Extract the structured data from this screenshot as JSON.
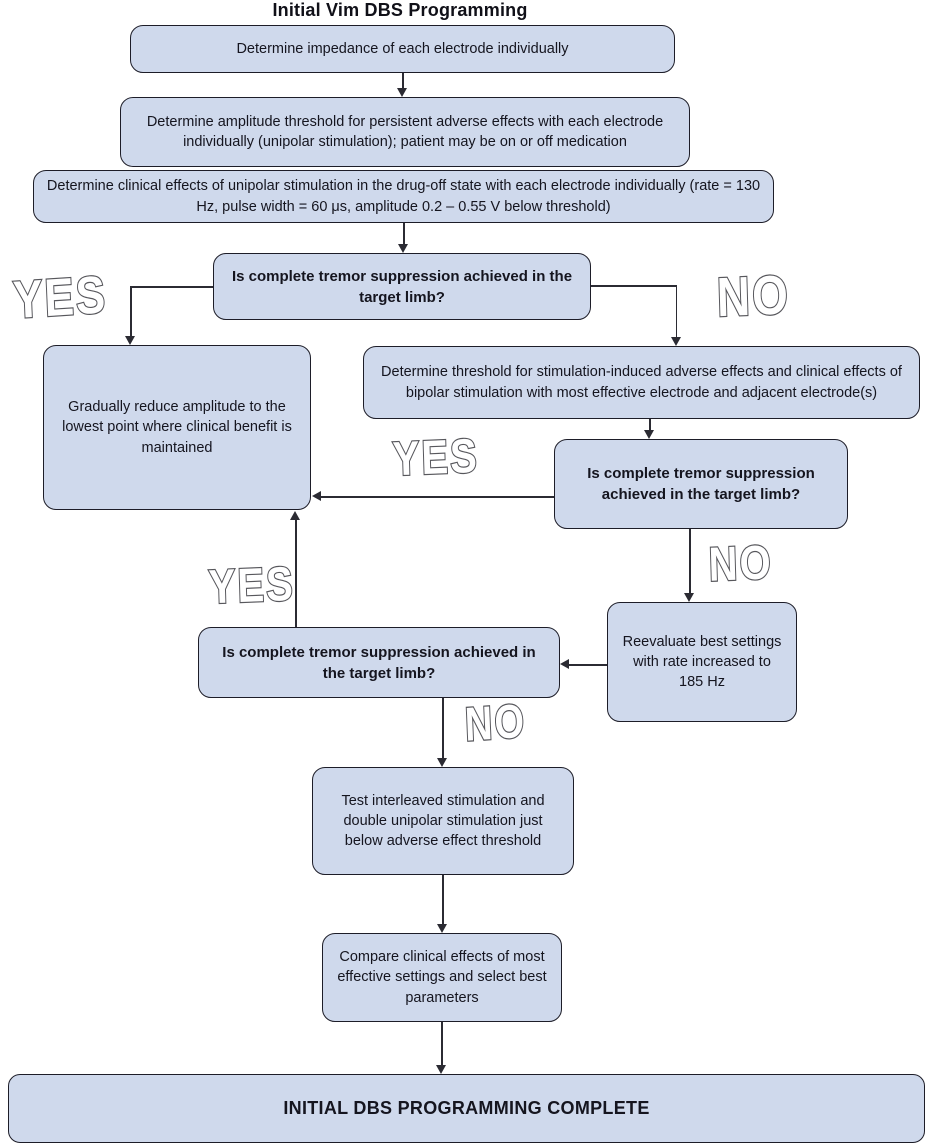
{
  "title": "Initial Vim DBS Programming",
  "colors": {
    "node_fill": "#cfd9ec",
    "node_border": "#1d1d28",
    "arrow": "#2b2b33",
    "outline_label_stroke": "#57575c"
  },
  "nodes": {
    "impedance": "Determine impedance of each electrode individually",
    "amplitude_threshold": "Determine amplitude threshold for persistent adverse effects with each electrode individually (unipolar stimulation); patient may be on or off medication",
    "clinical_effects": "Determine clinical effects of unipolar stimulation in the drug-off state with each electrode individually  (rate = 130 Hz, pulse width = 60 μs, amplitude 0.2 – 0.55 V below threshold)",
    "decision1": "Is complete tremor suppression achieved in the target limb?",
    "reduce_amplitude": "Gradually reduce amplitude to the lowest point where clinical benefit is maintained",
    "bipolar": "Determine threshold for stimulation-induced adverse effects and clinical effects of bipolar stimulation with most effective electrode and adjacent electrode(s)",
    "decision2": "Is complete tremor suppression achieved in the target limb?",
    "reevaluate": "Reevaluate best settings with rate increased to 185 Hz",
    "decision3": "Is complete tremor suppression achieved in the target limb?",
    "interleaved": "Test interleaved stimulation and double unipolar stimulation just below adverse effect threshold",
    "compare": "Compare clinical effects of most effective settings and select best parameters",
    "complete": "INITIAL DBS PROGRAMMING COMPLETE"
  },
  "labels": {
    "yes1": "YES",
    "no1": "NO",
    "yes2": "YES",
    "no2": "NO",
    "yes3": "YES",
    "no3": "NO"
  }
}
